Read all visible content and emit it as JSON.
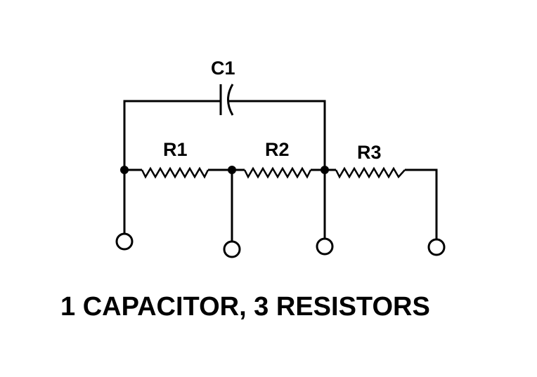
{
  "diagram": {
    "title": "1 CAPACITOR, 3 RESISTORS",
    "components": {
      "capacitor": {
        "label": "C1"
      },
      "resistors": [
        {
          "label": "R1"
        },
        {
          "label": "R2"
        },
        {
          "label": "R3"
        }
      ]
    },
    "terminals_count": 4,
    "colors": {
      "line": "#000000",
      "background": "#ffffff"
    }
  }
}
